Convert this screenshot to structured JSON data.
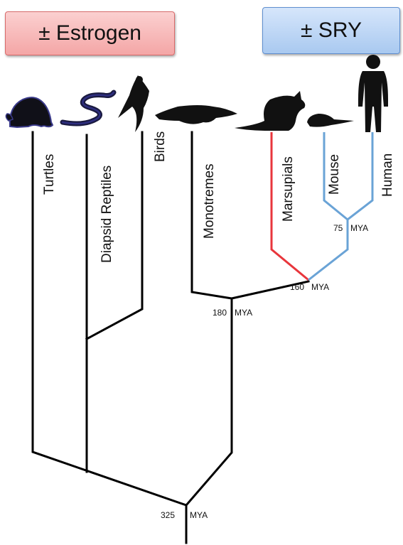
{
  "labels": {
    "estrogen": "± Estrogen",
    "sry": "± SRY"
  },
  "taxa": {
    "turtles": "Turtles",
    "diapsid_reptiles": "Diapsid Reptiles",
    "birds": "Birds",
    "monotremes": "Monotremes",
    "marsupials": "Marsupials",
    "mouse": "Mouse",
    "human": "Human"
  },
  "nodes": {
    "n325": "325",
    "n180": "180",
    "n160": "160",
    "n75": "75",
    "unit": "MYA"
  },
  "colors": {
    "branch": "#000000",
    "marsupial_branch": "#e8363c",
    "eutherian_branch": "#6aa3d6",
    "estrogen_fill": "#f4a6a6",
    "sry_fill": "#a9c9f0"
  },
  "icons": [
    "turtle-icon",
    "snake-icon",
    "bird-icon",
    "platypus-icon",
    "kangaroo-icon",
    "mouse-icon",
    "human-icon"
  ]
}
